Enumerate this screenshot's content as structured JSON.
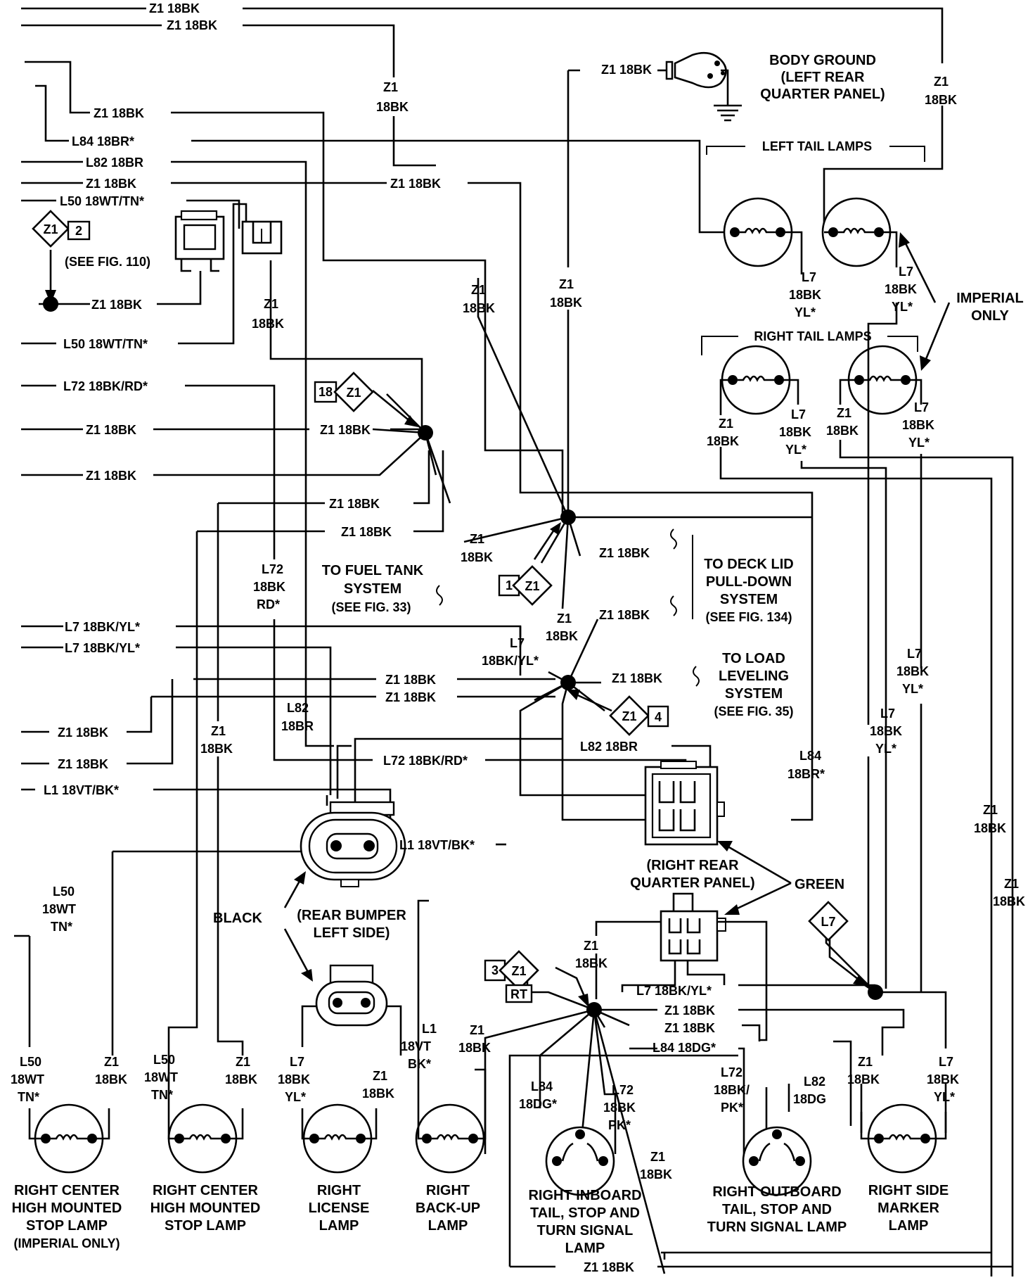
{
  "wire_labels": {
    "z1_18bk": "Z1 18BK",
    "z1": "Z1",
    "bk18": "18BK",
    "l84_18br": "L84 18BR*",
    "l82_18br": "L82 18BR",
    "l50_18wttn": "L50 18WT/TN*",
    "l72_18bkrd": "L72 18BK/RD*",
    "l7_18bkyl": "L7 18BK/YL*",
    "l1_18vtbk": "L1 18VT/BK*",
    "l84_18dg": "L84 18DG*",
    "l7": "L7",
    "yl": "YL*",
    "l72": "L72",
    "rd": "RD*",
    "l82": "L82",
    "br18": "18BR",
    "l84": "L84",
    "br18s": "18BR*",
    "l50": "L50",
    "wt18": "18WT",
    "tn": "TN*",
    "l1": "L1",
    "vt18": "18VT",
    "bks": "BK*",
    "bkyls": "18BK/YL*",
    "dg18": "18DG",
    "dg18s": "18DG*",
    "pk": "PK*",
    "bkslash": "18BK/"
  },
  "connectors": {
    "ref_2": "2",
    "ref_1": "1",
    "ref_3": "3",
    "ref_4": "4",
    "ref_18": "18",
    "ref_rt": "RT",
    "ref_z1": "Z1",
    "ref_l7": "L7",
    "see_fig_110": "(SEE FIG. 110)"
  },
  "callouts": {
    "body_ground": [
      "BODY GROUND",
      "(LEFT REAR",
      "QUARTER PANEL)"
    ],
    "left_tail_lamps": "LEFT TAIL LAMPS",
    "right_tail_lamps": "RIGHT TAIL LAMPS",
    "imperial_only": [
      "IMPERIAL",
      "ONLY"
    ],
    "fuel_tank": [
      "TO FUEL TANK",
      "SYSTEM",
      "(SEE FIG. 33)"
    ],
    "deck_lid": [
      "TO DECK LID",
      "PULL-DOWN",
      "SYSTEM",
      "(SEE FIG. 134)"
    ],
    "load_leveling": [
      "TO LOAD",
      "LEVELING",
      "SYSTEM",
      "(SEE FIG. 35)"
    ],
    "right_rear_qp": [
      "(RIGHT REAR",
      "QUARTER PANEL)"
    ],
    "green": "GREEN",
    "black": "BLACK",
    "rear_bumper": [
      "(REAR BUMPER",
      "LEFT SIDE)"
    ]
  },
  "lamps": {
    "rchmsl_imperial": [
      "RIGHT CENTER",
      "HIGH MOUNTED",
      "STOP LAMP",
      "(IMPERIAL ONLY)"
    ],
    "rchmsl": [
      "RIGHT CENTER",
      "HIGH MOUNTED",
      "STOP LAMP"
    ],
    "license": [
      "RIGHT",
      "LICENSE",
      "LAMP"
    ],
    "backup": [
      "RIGHT",
      "BACK-UP",
      "LAMP"
    ],
    "inboard": [
      "RIGHT INBOARD",
      "TAIL, STOP AND",
      "TURN SIGNAL",
      "LAMP"
    ],
    "outboard": [
      "RIGHT  OUTBOARD",
      "TAIL, STOP AND",
      "TURN SIGNAL LAMP"
    ],
    "side_marker": [
      "RIGHT SIDE",
      "MARKER",
      "LAMP"
    ]
  }
}
